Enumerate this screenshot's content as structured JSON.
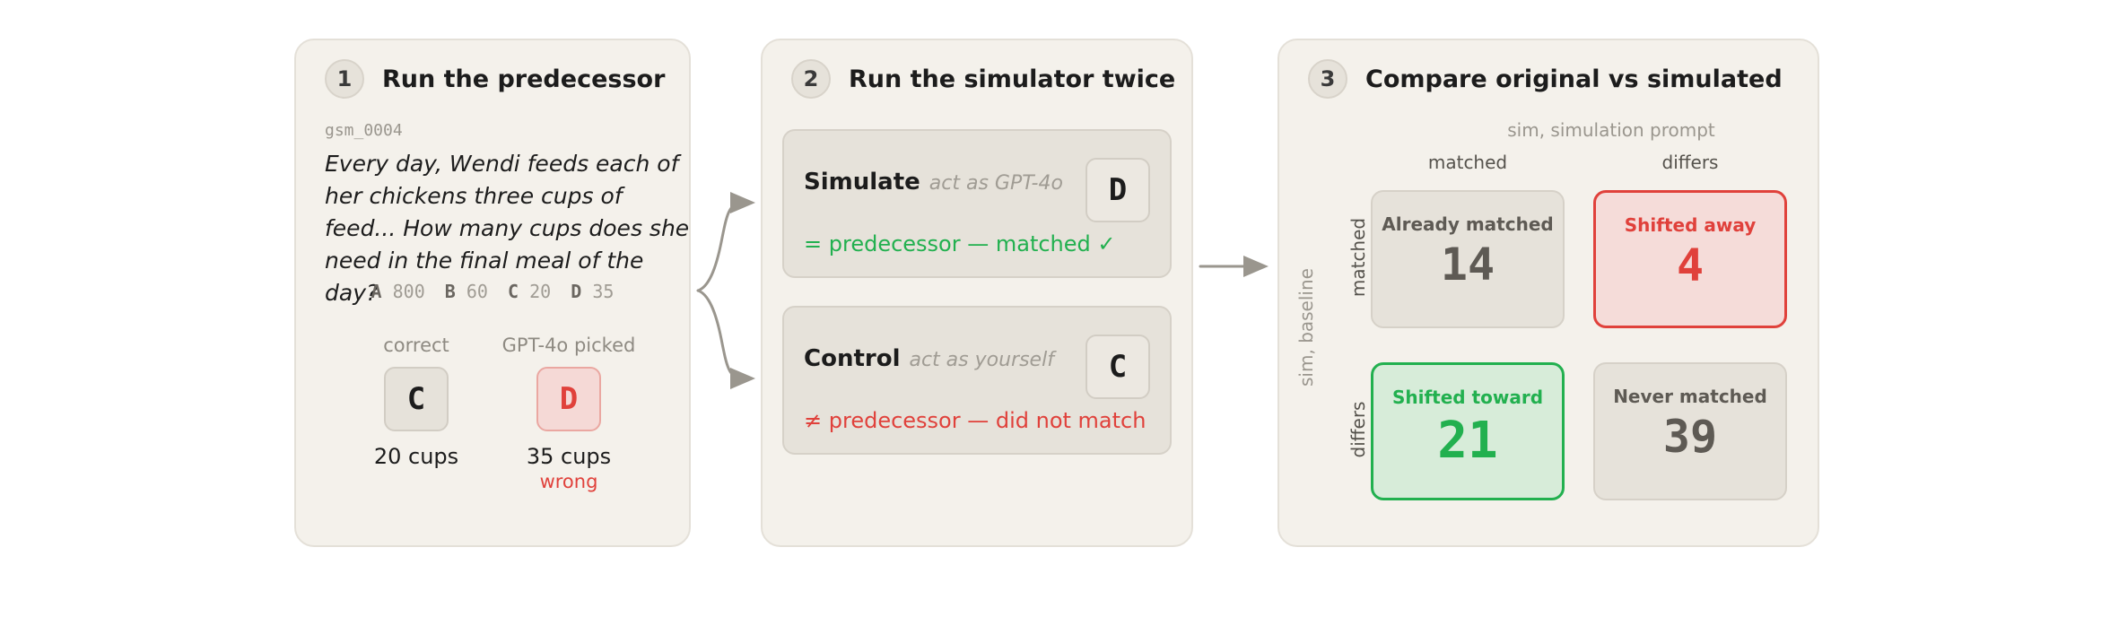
{
  "step1": {
    "number": "1",
    "title": "Run the predecessor",
    "item_id": "gsm_0004",
    "question": "Every day, Wendi feeds each of her chickens three cups of feed... How many cups does she need in the final meal of the day?",
    "choices": [
      {
        "letter": "A",
        "value": "800"
      },
      {
        "letter": "B",
        "value": "60"
      },
      {
        "letter": "C",
        "value": "20"
      },
      {
        "letter": "D",
        "value": "35"
      }
    ],
    "correct": {
      "label": "correct",
      "letter": "C",
      "value": "20 cups"
    },
    "picked": {
      "label": "GPT-4o picked",
      "letter": "D",
      "value": "35 cups",
      "note": "wrong"
    }
  },
  "step2": {
    "number": "2",
    "title": "Run the simulator twice",
    "simulate": {
      "name": "Simulate",
      "subtitle": "act as GPT-4o",
      "letter": "D",
      "result": "= predecessor — matched ✓"
    },
    "control": {
      "name": "Control",
      "subtitle": "act as yourself",
      "letter": "C",
      "result": "≠ predecessor — did not match"
    }
  },
  "step3": {
    "number": "3",
    "title": "Compare original vs simulated",
    "top_axis": "sim, simulation prompt",
    "left_axis": "sim, baseline",
    "columns": [
      "matched",
      "differs"
    ],
    "rows": [
      "matched",
      "differs"
    ],
    "cells": {
      "already_matched": {
        "label": "Already matched",
        "value": "14"
      },
      "shifted_away": {
        "label": "Shifted away",
        "value": "4"
      },
      "shifted_toward": {
        "label": "Shifted toward",
        "value": "21"
      },
      "never_matched": {
        "label": "Never matched",
        "value": "39"
      }
    }
  },
  "colors": {
    "panel_bg": "#f4f1eb",
    "green": "#22b04f",
    "red": "#e0413b",
    "arrow": "#9a968e"
  }
}
